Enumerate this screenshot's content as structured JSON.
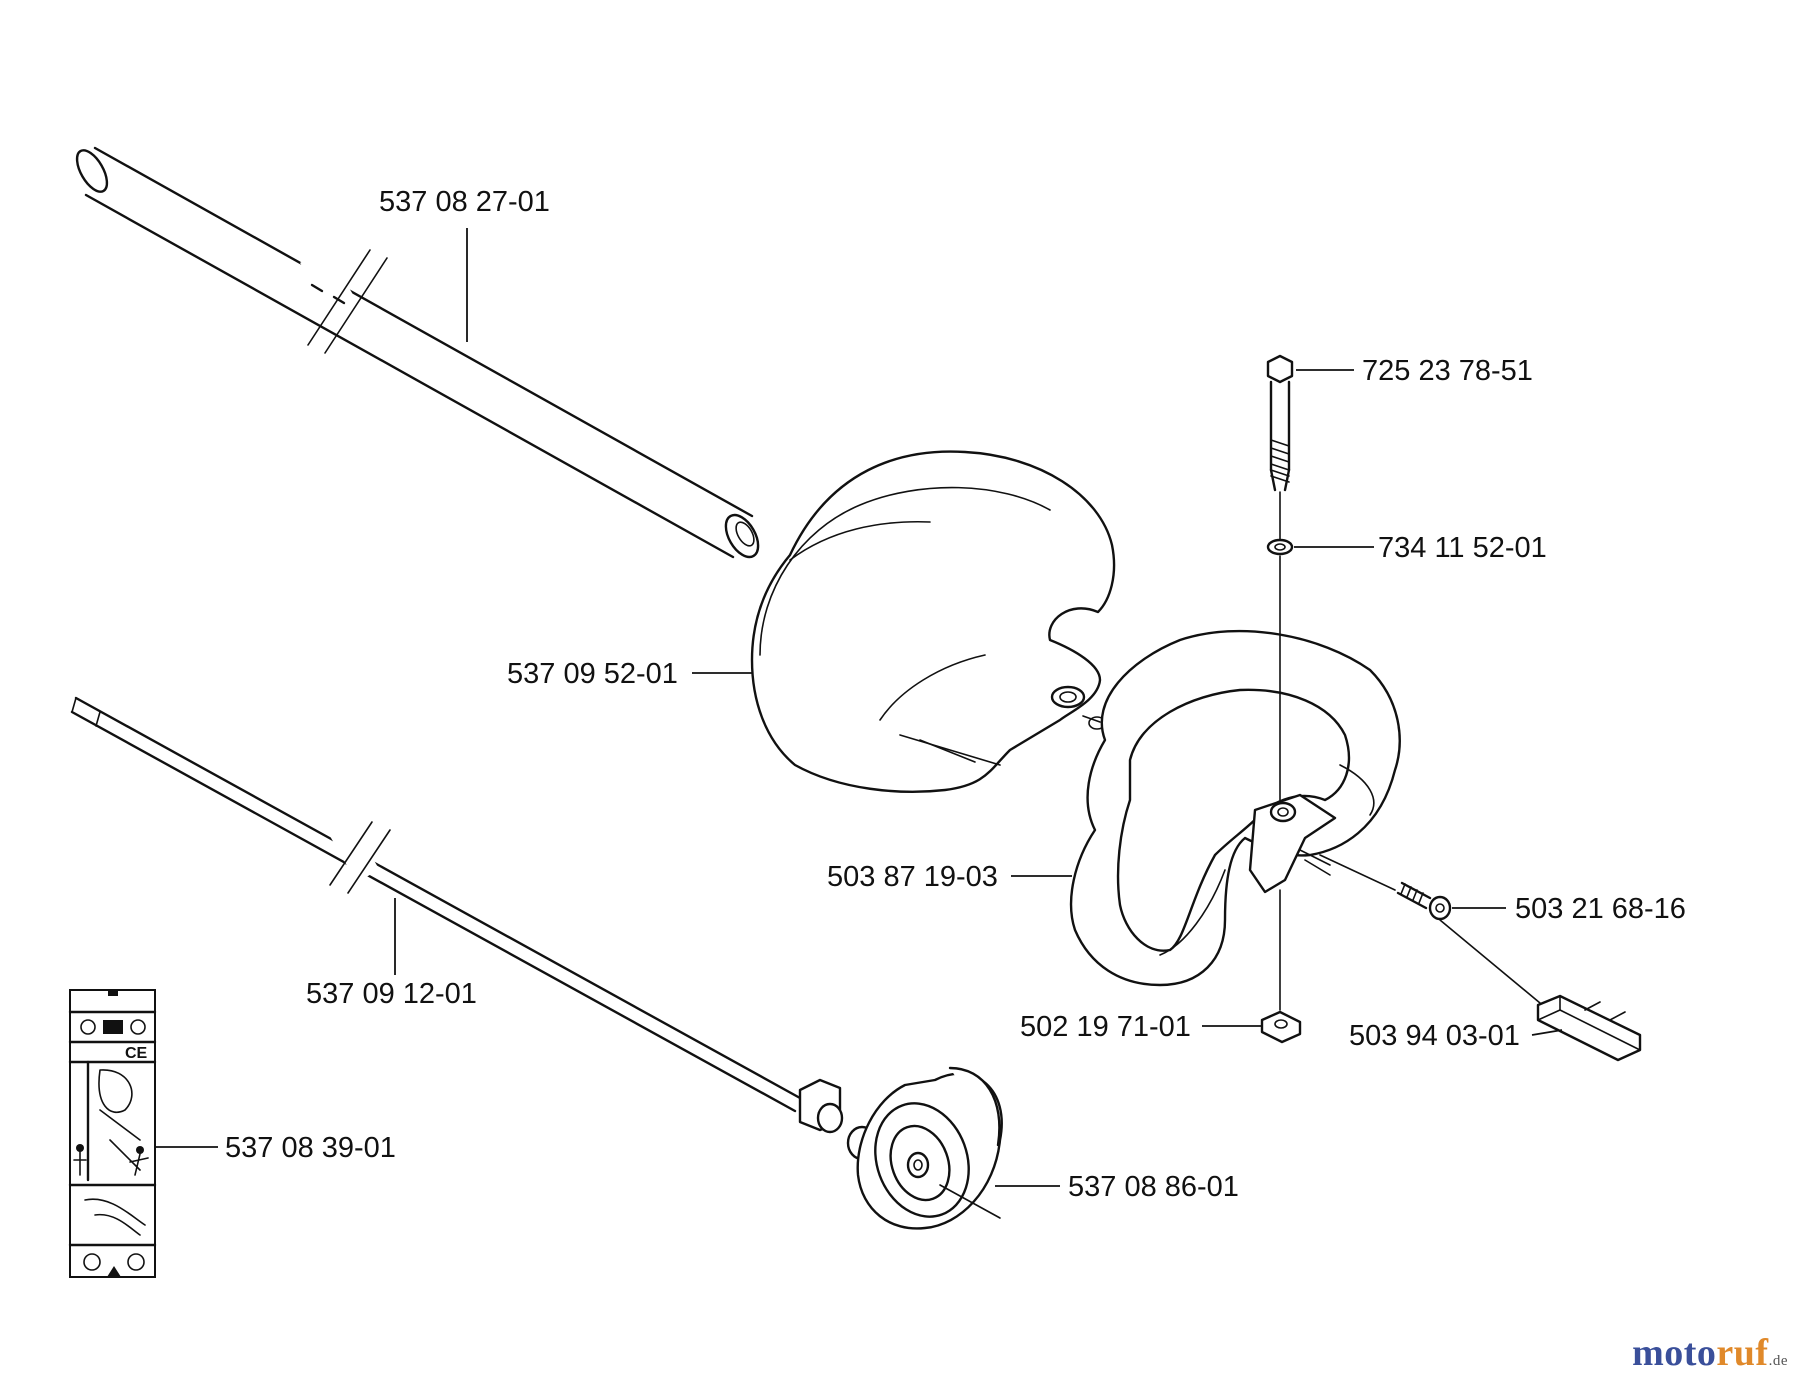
{
  "parts": [
    {
      "id": "shaft-tube",
      "number": "537 08 27-01"
    },
    {
      "id": "bolt",
      "number": "725 23 78-51"
    },
    {
      "id": "washer",
      "number": "734 11 52-01"
    },
    {
      "id": "guard",
      "number": "537 09 52-01"
    },
    {
      "id": "handle",
      "number": "503 87 19-03"
    },
    {
      "id": "screw",
      "number": "503 21 68-16"
    },
    {
      "id": "drive-shaft",
      "number": "537 09 12-01"
    },
    {
      "id": "nut",
      "number": "502 19 71-01"
    },
    {
      "id": "spacer",
      "number": "503 94 03-01"
    },
    {
      "id": "decal",
      "number": "537 08 39-01"
    },
    {
      "id": "bearing-housing",
      "number": "537 08 86-01"
    }
  ],
  "decal": {
    "ce_mark": "CE"
  },
  "watermark": {
    "part_a": "moto",
    "part_b": "ruf",
    "suffix": ".de"
  },
  "colors": {
    "line": "#111111",
    "background": "#ffffff",
    "watermark_blue": "#3a4f9a",
    "watermark_orange": "#e0892a"
  }
}
